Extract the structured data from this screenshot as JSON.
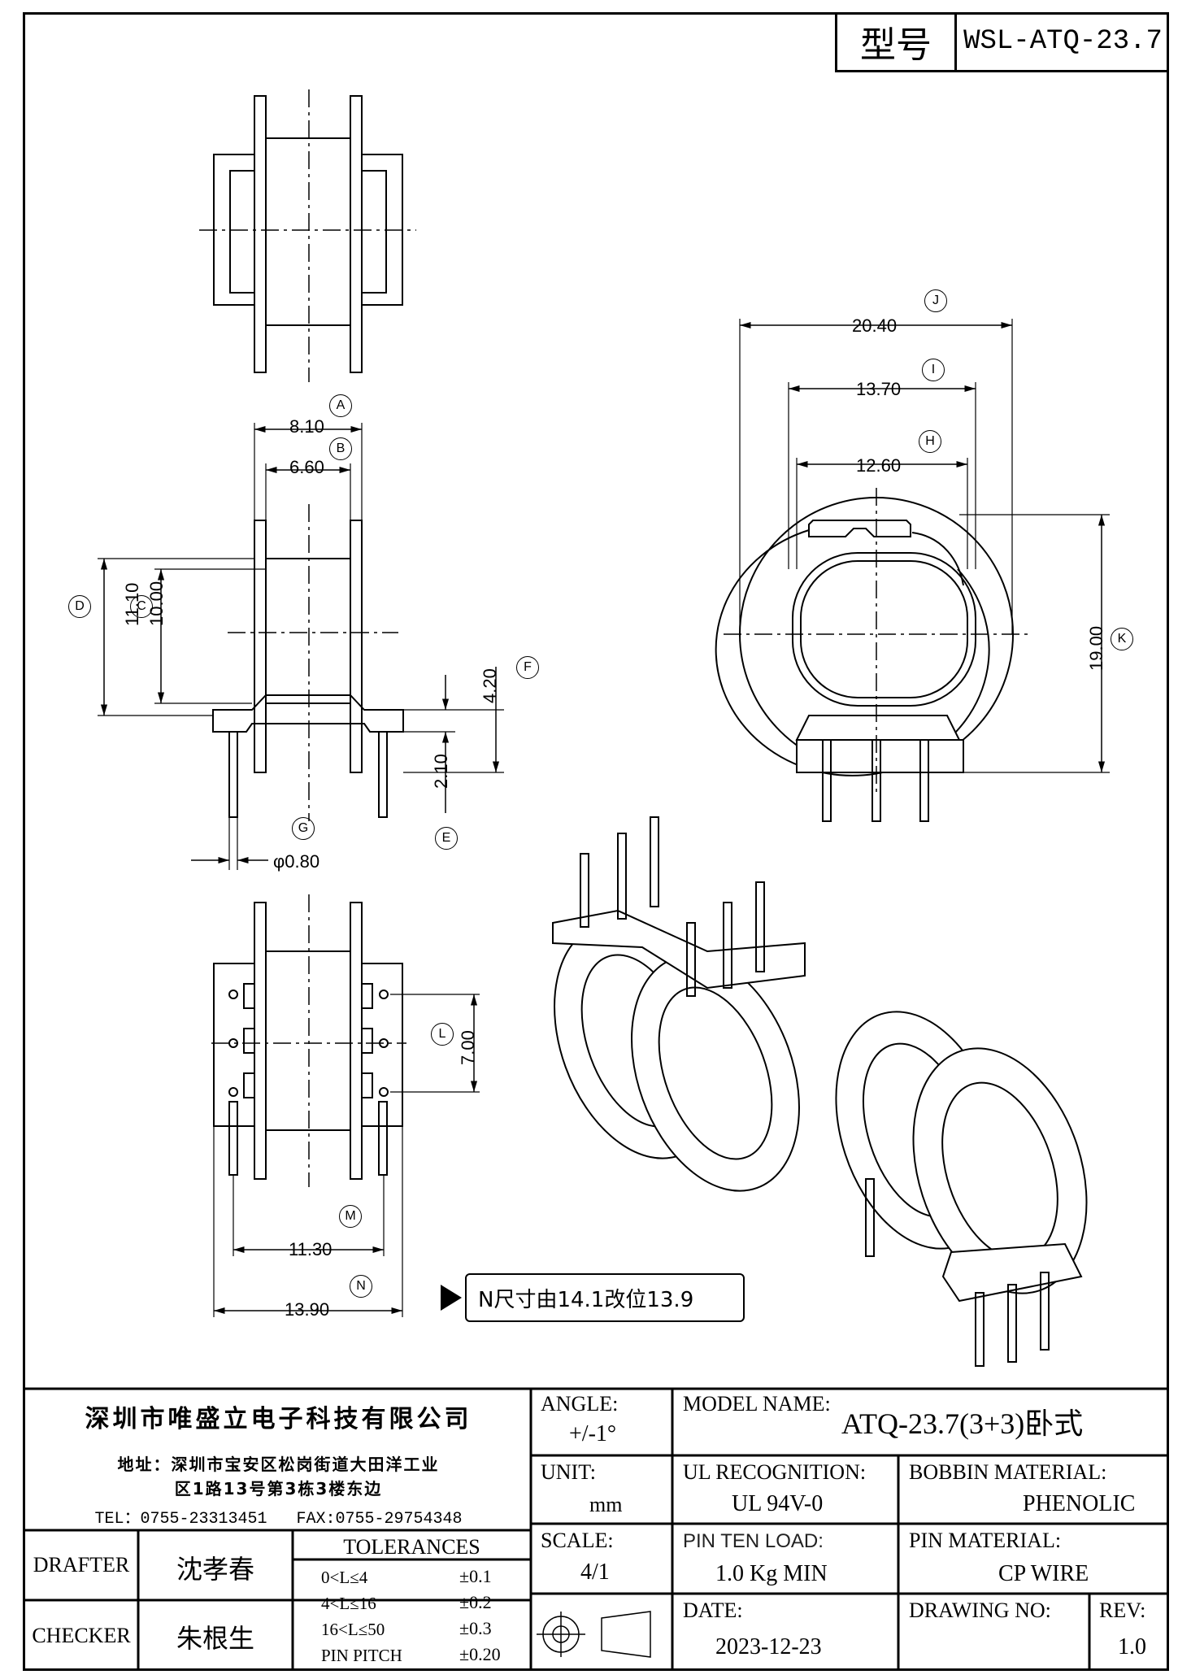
{
  "header": {
    "model_label": "型号",
    "model_value": "WSL-ATQ-23.7"
  },
  "dimensions": {
    "A": {
      "letter": "A",
      "value": "8.10"
    },
    "B": {
      "letter": "B",
      "value": "6.60"
    },
    "C": {
      "letter": "C",
      "value": "10.00"
    },
    "D": {
      "letter": "D",
      "value": "11.10"
    },
    "E": {
      "letter": "E",
      "value": "2.10"
    },
    "F": {
      "letter": "F",
      "value": "4.20"
    },
    "G": {
      "letter": "G",
      "value": "φ0.80"
    },
    "H": {
      "letter": "H",
      "value": "12.60"
    },
    "I": {
      "letter": "I",
      "value": "13.70"
    },
    "J": {
      "letter": "J",
      "value": "20.40"
    },
    "K": {
      "letter": "K",
      "value": "19.00"
    },
    "L": {
      "letter": "L",
      "value": "7.00"
    },
    "M": {
      "letter": "M",
      "value": "11.30"
    },
    "N": {
      "letter": "N",
      "value": "13.90"
    }
  },
  "note": "N尺寸由14.1改位13.9",
  "title_block": {
    "company": "深圳市唯盛立电子科技有限公司",
    "address_line1": "地址：深圳市宝安区松岗街道大田洋工业",
    "address_line2": "区1路13号第3栋3楼东边",
    "tel_fax": "TEL：0755-23313451   FAX:0755-29754348",
    "angle_label": "ANGLE:",
    "angle_value": "+/-1°",
    "model_name_label": "MODEL NAME:",
    "model_name_value": "ATQ-23.7(3+3)卧式",
    "unit_label": "UNIT:",
    "unit_value": "mm",
    "ul_label": "UL RECOGNITION:",
    "ul_value": "UL 94V-0",
    "bobbin_label": "BOBBIN MATERIAL:",
    "bobbin_value": "PHENOLIC",
    "drafter_label": "DRAFTER",
    "drafter_value": "沈孝春",
    "checker_label": "CHECKER",
    "checker_value": "朱根生",
    "tolerances_label": "TOLERANCES",
    "tolerances": [
      {
        "range": "0<L≤4",
        "value": "±0.1"
      },
      {
        "range": "4<L≤16",
        "value": "±0.2"
      },
      {
        "range": "16<L≤50",
        "value": "±0.3"
      },
      {
        "range": "PIN PITCH",
        "value": "±0.20"
      }
    ],
    "scale_label": "SCALE:",
    "scale_value": "4/1",
    "pin_load_label": "PIN TEN LOAD:",
    "pin_load_value": "1.0 Kg MIN",
    "pin_material_label": "PIN MATERIAL:",
    "pin_material_value": "CP WIRE",
    "date_label": "DATE:",
    "date_value": "2023-12-23",
    "drawing_no_label": "DRAWING NO:",
    "rev_label": "REV:",
    "rev_value": "1.0"
  }
}
